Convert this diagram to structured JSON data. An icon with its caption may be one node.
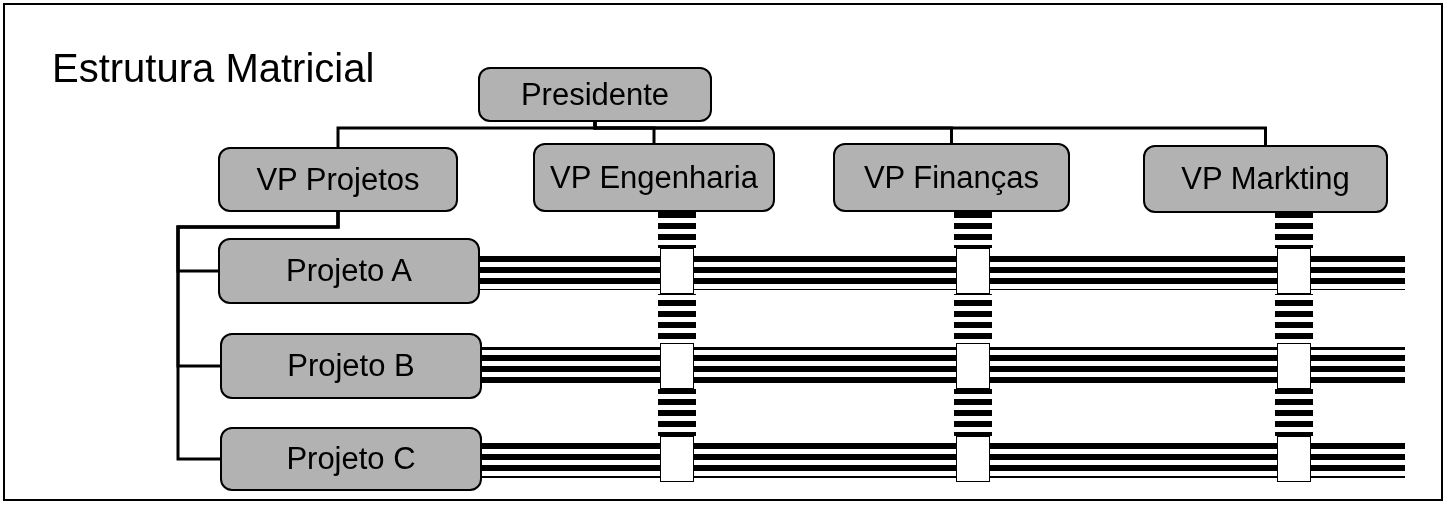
{
  "diagram": {
    "title": "Estrutura Matricial",
    "nodes": [
      {
        "text": [
          "Presidente"
        ]
      },
      {
        "text": [
          "VP Projetos"
        ]
      },
      {
        "text": [
          "VP Engenharia"
        ]
      },
      {
        "text": [
          "VP Finanças"
        ]
      },
      {
        "text": [
          "VP Markting"
        ]
      },
      {
        "text": [
          "Projeto A"
        ]
      },
      {
        "text": [
          "Projeto B"
        ]
      },
      {
        "text": [
          "Projeto C"
        ]
      },
      {
        "text": [],
        "shape": "box"
      },
      {
        "text": [],
        "shape": "box"
      },
      {
        "text": [],
        "shape": "box"
      },
      {
        "text": [],
        "shape": "box"
      },
      {
        "text": [],
        "shape": "box"
      },
      {
        "text": [],
        "shape": "box"
      },
      {
        "text": [],
        "shape": "box"
      },
      {
        "text": [],
        "shape": "box"
      },
      {
        "text": [],
        "shape": "box"
      }
    ],
    "edges": [
      {
        "from": 0,
        "to": 1,
        "arrow": "none"
      },
      {
        "from": 0,
        "to": 2,
        "arrow": "none"
      },
      {
        "from": 0,
        "to": 3,
        "arrow": "none"
      },
      {
        "from": 0,
        "to": 4,
        "arrow": "none"
      },
      {
        "from": 1,
        "to": 5,
        "arrow": "none"
      },
      {
        "from": 1,
        "to": 6,
        "arrow": "none"
      },
      {
        "from": 1,
        "to": 7,
        "arrow": "none"
      },
      {
        "from": 5,
        "to": 8,
        "arrow": "none",
        "style": "thick"
      },
      {
        "from": 8,
        "to": 9,
        "arrow": "none",
        "style": "thick"
      },
      {
        "from": 9,
        "to": 10,
        "arrow": "none",
        "style": "thick"
      },
      {
        "from": 10,
        "to": null,
        "arrow": "none",
        "style": "thick"
      },
      {
        "from": 6,
        "to": 11,
        "arrow": "none",
        "style": "thick"
      },
      {
        "from": 11,
        "to": 12,
        "arrow": "none",
        "style": "thick"
      },
      {
        "from": 12,
        "to": 13,
        "arrow": "none",
        "style": "thick"
      },
      {
        "from": 13,
        "to": null,
        "arrow": "none",
        "style": "thick"
      },
      {
        "from": 7,
        "to": 14,
        "arrow": "none",
        "style": "thick"
      },
      {
        "from": 14,
        "to": 15,
        "arrow": "none",
        "style": "thick"
      },
      {
        "from": 15,
        "to": 16,
        "arrow": "none",
        "style": "thick"
      },
      {
        "from": 16,
        "to": null,
        "arrow": "none",
        "style": "thick"
      },
      {
        "from": 2,
        "to": 8,
        "arrow": "none",
        "style": "thick"
      },
      {
        "from": 8,
        "to": 11,
        "arrow": "none",
        "style": "thick"
      },
      {
        "from": 11,
        "to": 14,
        "arrow": "none",
        "style": "thick"
      },
      {
        "from": 3,
        "to": 9,
        "arrow": "none",
        "style": "thick"
      },
      {
        "from": 9,
        "to": 12,
        "arrow": "none",
        "style": "thick"
      },
      {
        "from": 12,
        "to": 15,
        "arrow": "none",
        "style": "thick"
      },
      {
        "from": 4,
        "to": 10,
        "arrow": "none",
        "style": "thick"
      },
      {
        "from": 10,
        "to": 13,
        "arrow": "none",
        "style": "thick"
      },
      {
        "from": 13,
        "to": 16,
        "arrow": "none",
        "style": "thick"
      }
    ]
  }
}
